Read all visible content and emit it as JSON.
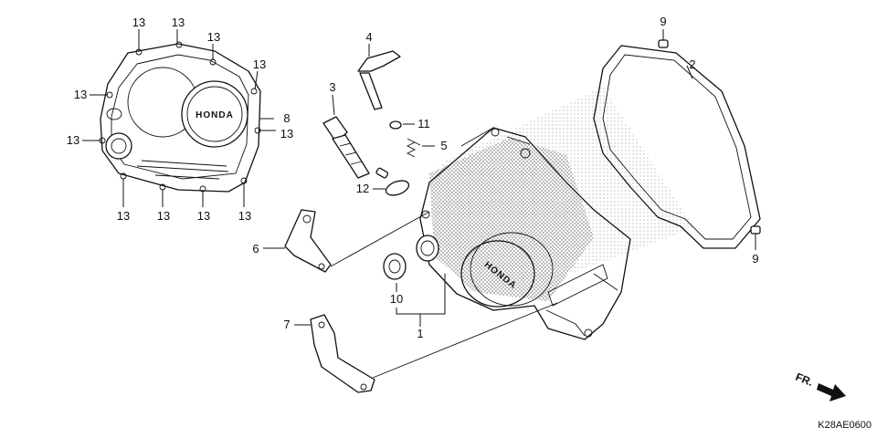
{
  "diagram": {
    "brand_text": "HONDA",
    "diagram_code": "K28AE0600",
    "front_indicator": "FR.",
    "callouts": {
      "c1": "1",
      "c2": "2",
      "c3": "3",
      "c4": "4",
      "c5": "5",
      "c6": "6",
      "c7": "7",
      "c8": "8",
      "c9a": "9",
      "c9b": "9",
      "c10": "10",
      "c11": "11",
      "c12": "12",
      "c13_top1": "13",
      "c13_top2": "13",
      "c13_top3": "13",
      "c13_top4": "13",
      "c13_left1": "13",
      "c13_left2": "13",
      "c13_right": "13",
      "c13_bot1": "13",
      "c13_bot2": "13",
      "c13_bot3": "13",
      "c13_bot4": "13"
    }
  }
}
